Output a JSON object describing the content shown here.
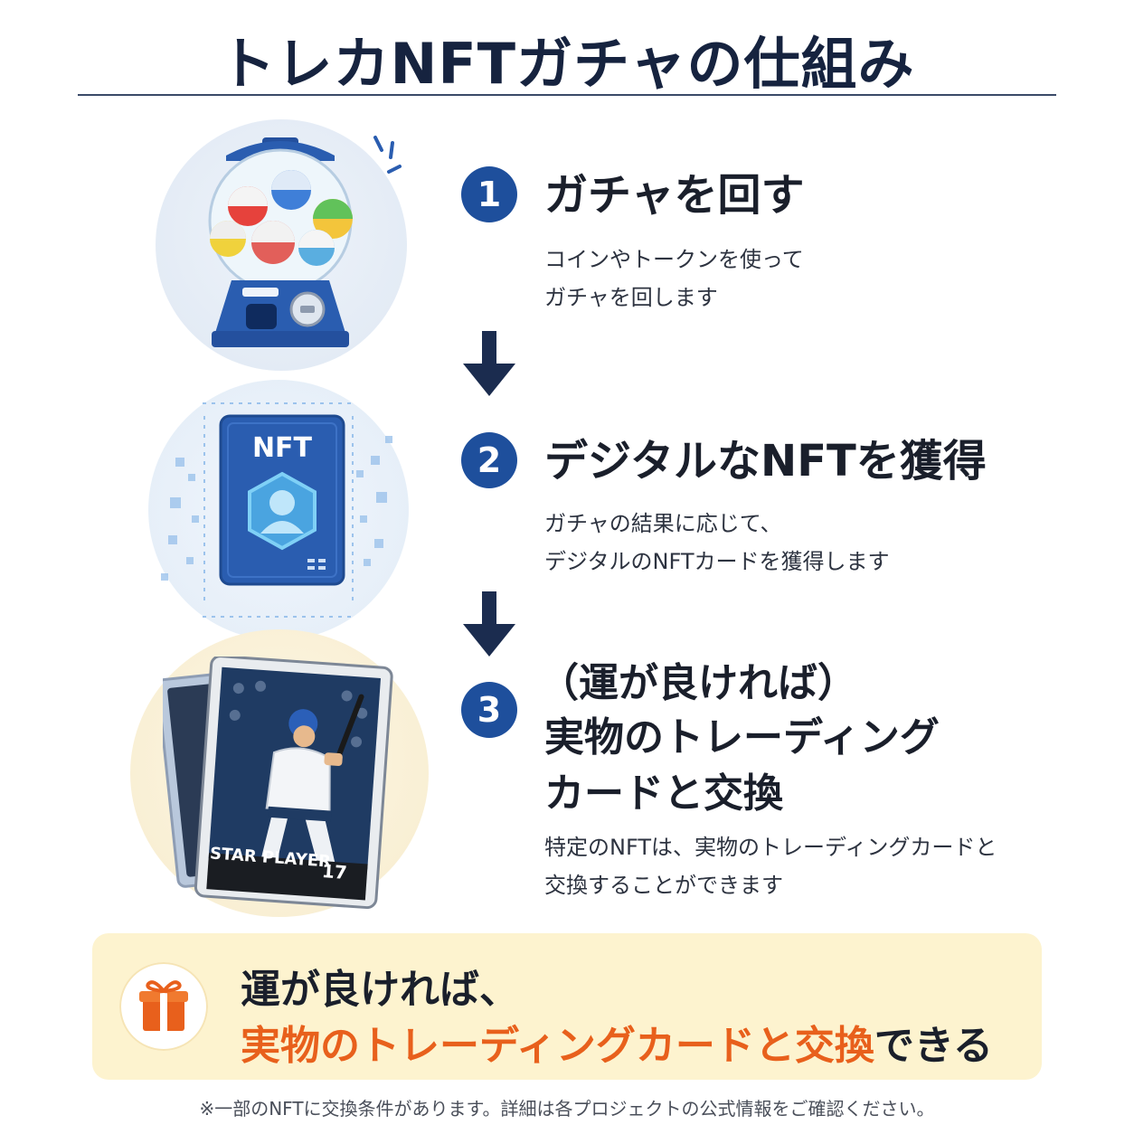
{
  "title": "トレカNFTガチャの仕組み",
  "steps": [
    {
      "number": "1",
      "title_lines": [
        "ガチャを回す"
      ],
      "desc_lines": [
        "コインやトークンを使って",
        "ガチャを回します"
      ]
    },
    {
      "number": "2",
      "title_lines": [
        "デジタルなNFTを獲得"
      ],
      "desc_lines": [
        "ガチャの結果に応じて、",
        "デジタルのNFTカードを獲得します"
      ]
    },
    {
      "number": "3",
      "title_lines": [
        "（運が良ければ）",
        "実物のトレーディング",
        "カードと交換"
      ],
      "desc_lines": [
        "特定のNFTは、実物のトレーディングカードと",
        "交換することができます"
      ]
    }
  ],
  "illustrations": {
    "nft_card_label": "NFT",
    "player_card_name": "STAR PLAYER",
    "player_card_number": "17"
  },
  "banner": {
    "line1": "運が良ければ、",
    "line2_highlight": "実物のトレーディングカードと交換",
    "line2_rest": "できる",
    "icon": "gift-icon"
  },
  "footnote": "※一部のNFTに交換条件があります。詳細は各プロジェクトの公式情報をご確認ください。",
  "colors": {
    "navy": "#1e4f9c",
    "accent_orange": "#e8601c",
    "banner_bg": "#fdf3cf"
  }
}
